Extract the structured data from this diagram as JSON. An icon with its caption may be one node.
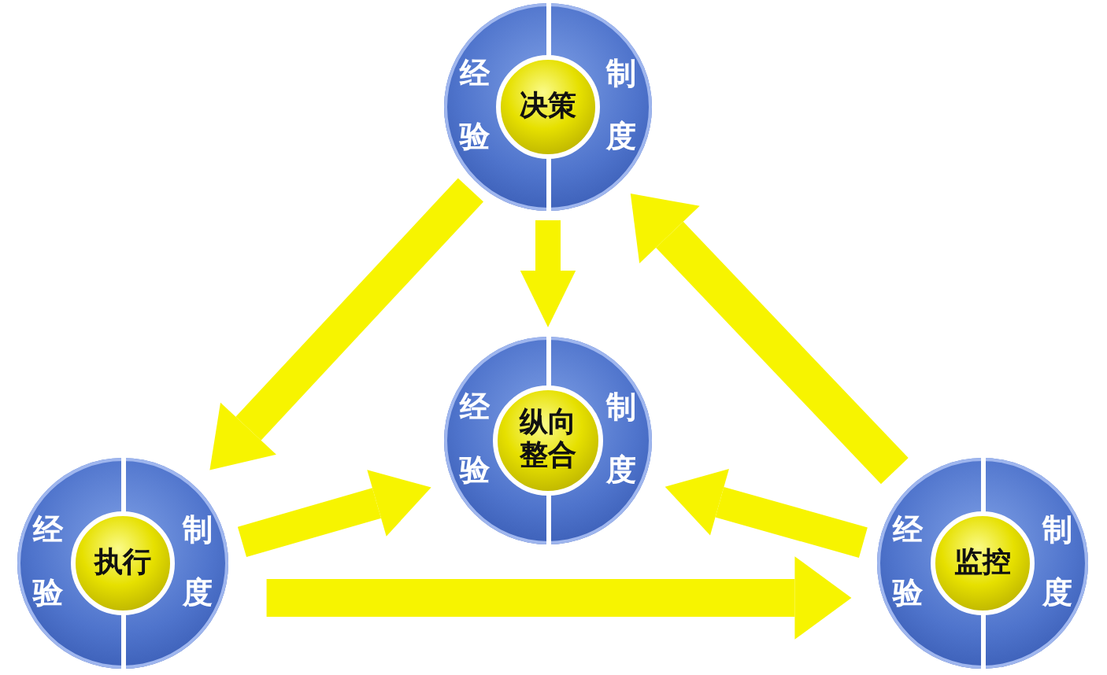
{
  "diagram": {
    "nodes": [
      {
        "text": [
          "经验",
          "制度"
        ]
      },
      {
        "text": [
          "决策"
        ],
        "in": 0
      },
      {
        "text": [
          "经验",
          "制度"
        ]
      },
      {
        "text": [
          "纵向整合"
        ],
        "in": 2
      },
      {
        "text": [
          "经验",
          "制度"
        ]
      },
      {
        "text": [
          "执行"
        ],
        "in": 4
      },
      {
        "text": [
          "经验",
          "制度"
        ]
      },
      {
        "text": [
          "监控"
        ],
        "in": 6
      }
    ],
    "edges": [
      {
        "from": 0,
        "to": 4,
        "arrow": "to"
      },
      {
        "from": 0,
        "to": 2,
        "arrow": "to"
      },
      {
        "from": 4,
        "to": 2,
        "arrow": "to"
      },
      {
        "from": 4,
        "to": 6,
        "arrow": "to"
      },
      {
        "from": 6,
        "to": 2,
        "arrow": "to"
      },
      {
        "from": 6,
        "to": 0,
        "arrow": "to"
      }
    ]
  }
}
